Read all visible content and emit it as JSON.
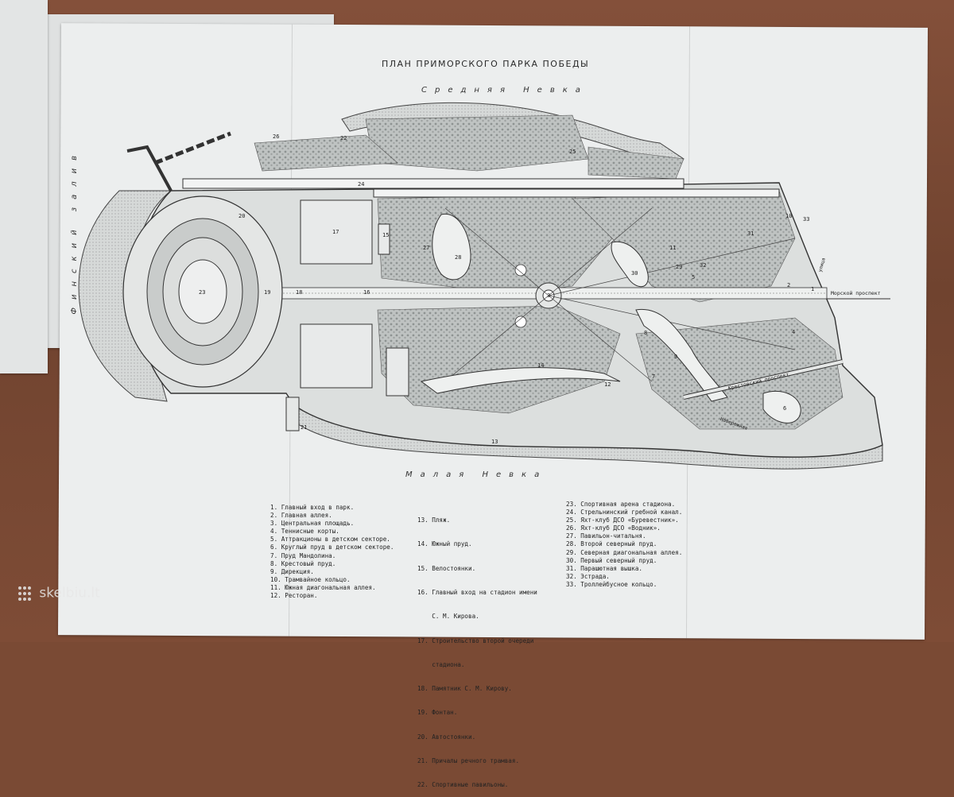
{
  "map": {
    "title": "ПЛАН ПРИМОРСКОГО ПАРКА ПОБЕДЫ",
    "water_top": "Средняя Невка",
    "water_bottom": "Малая Невка",
    "water_left": "Финский залив",
    "inline_labels": {
      "morskoy_prospekt": "Морской проспект",
      "krestovsky": "Крестовский проспект",
      "ulitsa": "улица",
      "naberezhnaya": "Набережная"
    },
    "numbers": [
      "1",
      "2",
      "3",
      "4",
      "5",
      "6",
      "7",
      "8",
      "9",
      "10",
      "11",
      "12",
      "13",
      "14",
      "15",
      "16",
      "17",
      "18",
      "19",
      "20",
      "21",
      "22",
      "23",
      "24",
      "25",
      "26",
      "27",
      "28",
      "29",
      "30",
      "31",
      "32",
      "33"
    ]
  },
  "legend": {
    "col1": [
      "1. Главный вход в парк.",
      "2. Главная аллея.",
      "3. Центральная площадь.",
      "4. Теннисные корты.",
      "5. Аттракционы в детском секторе.",
      "6. Круглый пруд в детском секторе.",
      "7. Пруд Мандолина.",
      "8. Крестовый пруд.",
      "9. Дирекция.",
      "10. Трамвайное кольцо.",
      "11. Южная диагональная аллея.",
      "12. Ресторан."
    ],
    "col2": [
      "13. Пляж.",
      "14. Южный пруд.",
      "15. Велостоянки.",
      "16. Главный вход на стадион имени",
      "    С. М. Кирова.",
      "17. Строительство второй очереди",
      "    стадиона.",
      "18. Памятник С. М. Кирову.",
      "19. Фонтан.",
      "20. Автостоянки.",
      "21. Причалы речного трамвая.",
      "22. Спортивные павильоны."
    ],
    "col3": [
      "23. Спортивная арена стадиона.",
      "24. Стрельнинский гребной канал.",
      "25. Яхт-клуб ДСО «Буревестник».",
      "26. Яхт-клуб ДСО «Водник».",
      "27. Павильон-читальня.",
      "28. Второй северный пруд.",
      "29. Северная диагональная аллея.",
      "30. Первый северный пруд.",
      "31. Парашютная вышка.",
      "32. Эстрада.",
      "33. Троллейбусное кольцо."
    ]
  },
  "watermark": {
    "text": "skelbiu.lt"
  }
}
